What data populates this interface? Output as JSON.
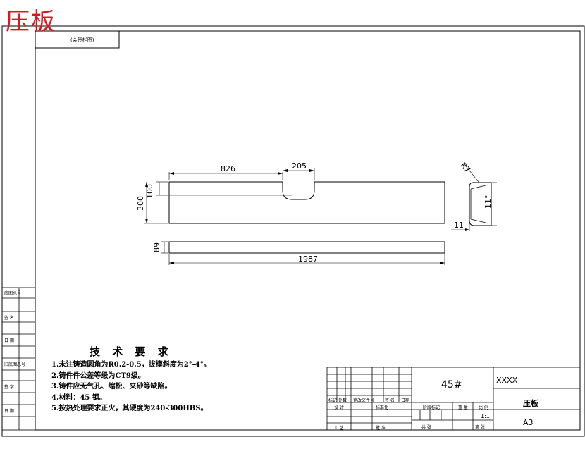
{
  "header": {
    "title": "压板",
    "corner_box_label": "(会签栏图)"
  },
  "sidebar": {
    "labels": [
      "底图总号",
      "签 名",
      "日 期",
      "旧底图总号",
      "签 字",
      "日 期"
    ]
  },
  "dimensions": {
    "top_len": "826",
    "slot_width": "205",
    "slot_depth": "100",
    "plate_width": "300",
    "thickness": "89",
    "total_length": "1987",
    "radius": "R7",
    "side_height": "11°",
    "side_width": "11"
  },
  "tech_req": {
    "title": "技 术 要 求",
    "items": [
      "1.未注铸造圆角为R0.2-0.5，拔模斜度为2°-4°。",
      "2.铸件件公差等级为CT9级。",
      "3.铸件应无气孔、缩松、夹砂等缺陷。",
      "4.材料：45 钢。",
      "5.按热处理要求正火，其硬度为240-300HBS。"
    ]
  },
  "title_block": {
    "material": "45#",
    "company": "XXXX",
    "part_name": "压板",
    "sheet_size": "A3",
    "scale": "1:1",
    "small_labels": {
      "mark": "标记",
      "count": "处数",
      "division": "更改文件号",
      "sign": "签 名",
      "date": "日期",
      "design": "设 计",
      "standard": "标准化",
      "process": "工 艺",
      "approve": "批 准",
      "stage": "阶段标记",
      "weight": "重 量",
      "ratio": "比 例",
      "sheets": "共 张",
      "sheet_no": "第 张"
    }
  }
}
